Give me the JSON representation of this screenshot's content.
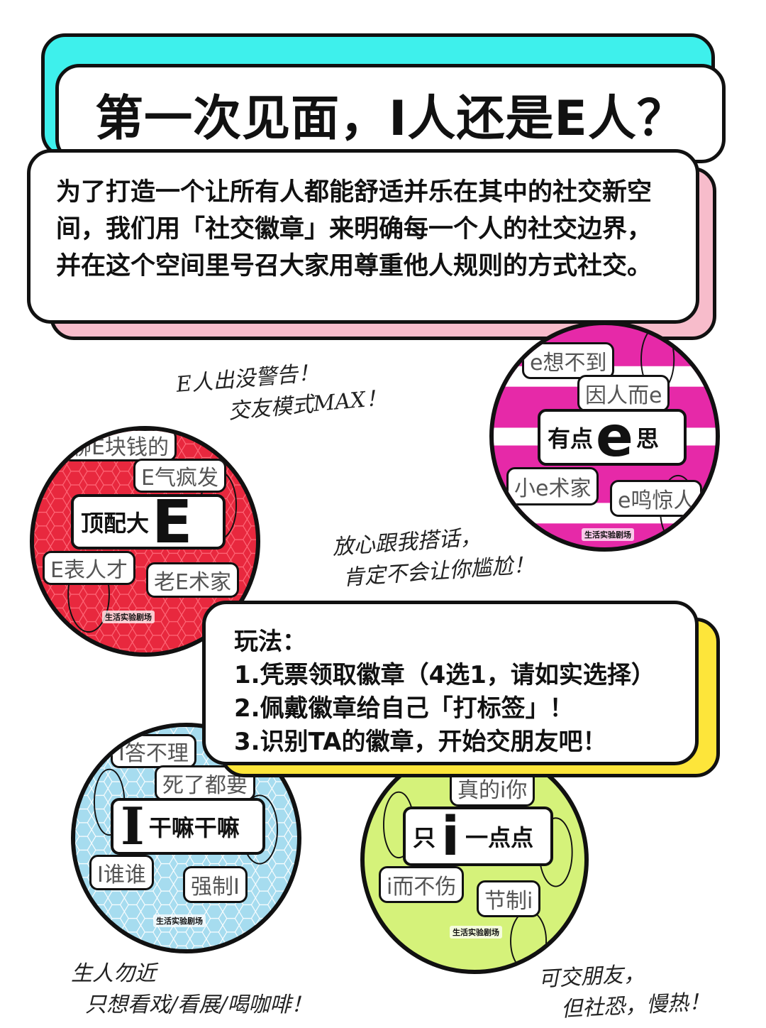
{
  "title": "第一次见面，I人还是E人？",
  "intro": "为了打造一个让所有人都能舒适并乐在其中的社交新空间，我们用「社交徽章」来明确每一个人的社交边界，并在这个空间里号召大家用尊重他人规则的方式社交。",
  "rules": {
    "heading": "玩法：",
    "steps": [
      "1.凭票领取徽章（4选1，请如实选择）",
      "2.佩戴徽章给自己「打标签」！",
      "3.识别TA的徽章，开始交朋友吧！"
    ]
  },
  "badges": {
    "e_red": {
      "color": "#e8283e",
      "tags": [
        "聊E块钱的",
        "E气疯发",
        "E表人才",
        "老E术家"
      ],
      "main_text": "顶配大",
      "main_letter": "E",
      "brand": "生活实验剧场"
    },
    "e_pink": {
      "color": "#e629a8",
      "tags": [
        "e想不到",
        "因人而e",
        "小e术家",
        "e鸣惊人"
      ],
      "main_prefix": "有点",
      "main_letter": "e",
      "main_suffix": "思",
      "brand": "生活实验剧场"
    },
    "i_blue": {
      "color": "#a6dcef",
      "tags": [
        "I答不理",
        "死了都要",
        "I谁谁",
        "强制I"
      ],
      "main_letter": "I",
      "main_text": "干嘛干嘛",
      "brand": "生活实验剧场"
    },
    "i_green": {
      "color": "#d5f27a",
      "tags": [
        "真的i你",
        "i而不伤",
        "节制i"
      ],
      "main_prefix": "只",
      "main_letter": "i",
      "main_suffix": "一点点",
      "brand": "生活实验剧场"
    }
  },
  "notes": {
    "e_warning": [
      "E人出没警告！",
      "交友模式MAX！"
    ],
    "talk": [
      "放心跟我搭话，",
      "肯定不会让你尴尬！"
    ],
    "stranger": [
      "生人勿近",
      "只想看戏/看展/喝咖啡！"
    ],
    "slow": [
      "可交朋友，",
      "但社恐，慢热！"
    ]
  },
  "colors": {
    "cyan": "#3ef0ec",
    "pink": "#f7bccb",
    "yellow": "#fde53a"
  }
}
